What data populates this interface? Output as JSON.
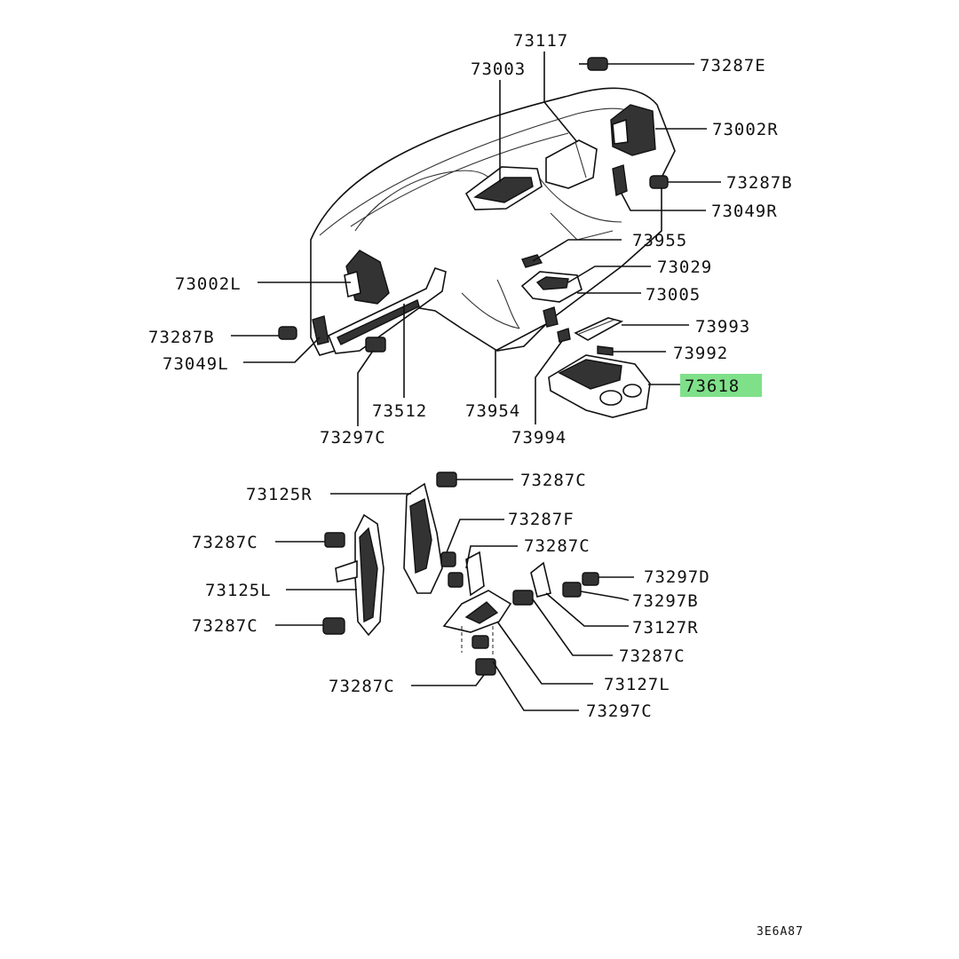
{
  "labels": {
    "p73117": "73117",
    "p73003": "73003",
    "p73287E": "73287E",
    "p73002R": "73002R",
    "p73287B_top": "73287B",
    "p73049R": "73049R",
    "p73955": "73955",
    "p73029": "73029",
    "p73005": "73005",
    "p73002L": "73002L",
    "p73993": "73993",
    "p73287B_left": "73287B",
    "p73992": "73992",
    "p73049L": "73049L",
    "p73618": "73618",
    "p73512": "73512",
    "p73954": "73954",
    "p73297C_top": "73297C",
    "p73994": "73994",
    "p73287C_a": "73287C",
    "p73125R": "73125R",
    "p73287F": "73287F",
    "p73287C_b": "73287C",
    "p73287C_c": "73287C",
    "p73297D": "73297D",
    "p73125L": "73125L",
    "p73297B": "73297B",
    "p73287C_d": "73287C",
    "p73127R": "73127R",
    "p73287C_e": "73287C",
    "p73287C_f": "73287C",
    "p73127L": "73127L",
    "p73297C_bottom": "73297C"
  },
  "highlight_color": "#7fe08a",
  "diagram_code": "3E6A87"
}
